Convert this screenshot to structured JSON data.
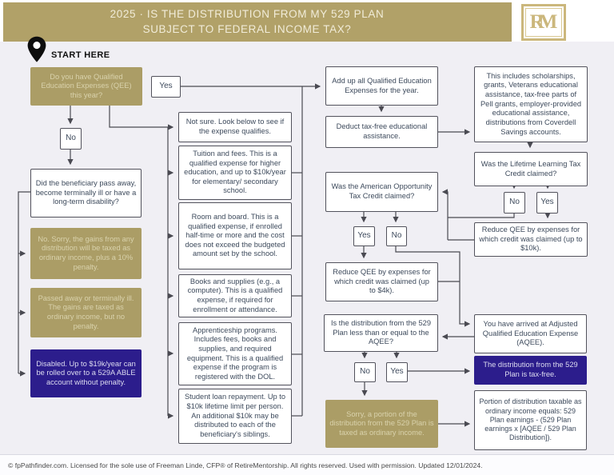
{
  "header": {
    "title_line1": "2025 · IS THE DISTRIBUTION FROM MY 529 PLAN",
    "title_line2": "SUBJECT TO FEDERAL INCOME TAX?",
    "logo_letter_r": "R",
    "logo_letter_m": "M"
  },
  "start": {
    "label": "START HERE"
  },
  "flow": {
    "qee_question": "Do you have Qualified Education Expenses (QEE) this year?",
    "qee_yes": "Yes",
    "qee_no": "No",
    "beneficiary_question": "Did the beneficiary pass away, become terminally ill or have a long-term disability?",
    "no_sorry_penalty": "No. Sorry, the gains from any distribution will be taxed as ordinary income, plus a 10% penalty.",
    "passed_away": "Passed away or terminally ill. The gains are taxed as ordinary income, but no penalty.",
    "disabled_able": "Disabled. Up to $19k/year can be rolled over to a 529A ABLE account without penalty.",
    "not_sure": "Not sure. Look below to see if the expense qualifies.",
    "tuition": "Tuition and fees. This is a qualified expense for higher education, and up to $10k/year for elementary/ secondary school.",
    "room_board": "Room and board. This is a qualified expense, if enrolled half-time or more and the cost does not exceed the budgeted amount set by the school.",
    "books": "Books and supplies (e.g., a computer). This is a qualified expense, if required for enrollment or attendance.",
    "apprenticeship": "Apprenticeship programs. Includes fees, books and supplies, and required equipment. This is a qualified expense if the program is registered with the DOL.",
    "student_loan": "Student loan repayment. Up to $10k lifetime limit per person. An additional $10k may be distributed to each of the beneficiary's siblings.",
    "add_up": "Add up all Qualified Education Expenses for the year.",
    "deduct": "Deduct tax-free educational assistance.",
    "tax_free_assistance_info": "This includes scholarships, grants, Veterans educational assistance, tax-free parts of Pell grants, employer-provided educational assistance, distributions from Coverdell Savings accounts.",
    "llc_question": "Was the Lifetime Learning Tax Credit claimed?",
    "llc_no": "No",
    "llc_yes": "Yes",
    "reduce_10k": "Reduce QEE by expenses for which credit was claimed (up to $10k).",
    "aotc_question": "Was the American Opportunity Tax Credit claimed?",
    "aotc_yes": "Yes",
    "aotc_no": "No",
    "reduce_4k": "Reduce QEE by expenses for which credit was claimed (up to $4k).",
    "aqee_question": "Is the distribution from the 529 Plan less than or equal to the AQEE?",
    "aqee_no": "No",
    "aqee_yes": "Yes",
    "sorry_portion": "Sorry, a portion of the distribution from the 529 Plan is taxed as ordinary income.",
    "aqee_arrived": "You have arrived at Adjusted Qualified Education Expense (AQEE).",
    "tax_free": "The distribution from the 529 Plan is tax-free.",
    "portion_formula": "Portion of distribution taxable as ordinary income equals: 529 Plan earnings - (529 Plan earnings x [AQEE / 529 Plan Distribution])."
  },
  "footer": {
    "text": "© fpPathfinder.com. Licensed for the sole use of Freeman Linde, CFP® of RetireMentorship. All rights reserved. Used with permission. Updated 12/01/2024."
  },
  "colors": {
    "gold": "#ab9d66",
    "indigo": "#2c1d8c",
    "background": "#f0eff4",
    "line": "#4a4a52"
  }
}
